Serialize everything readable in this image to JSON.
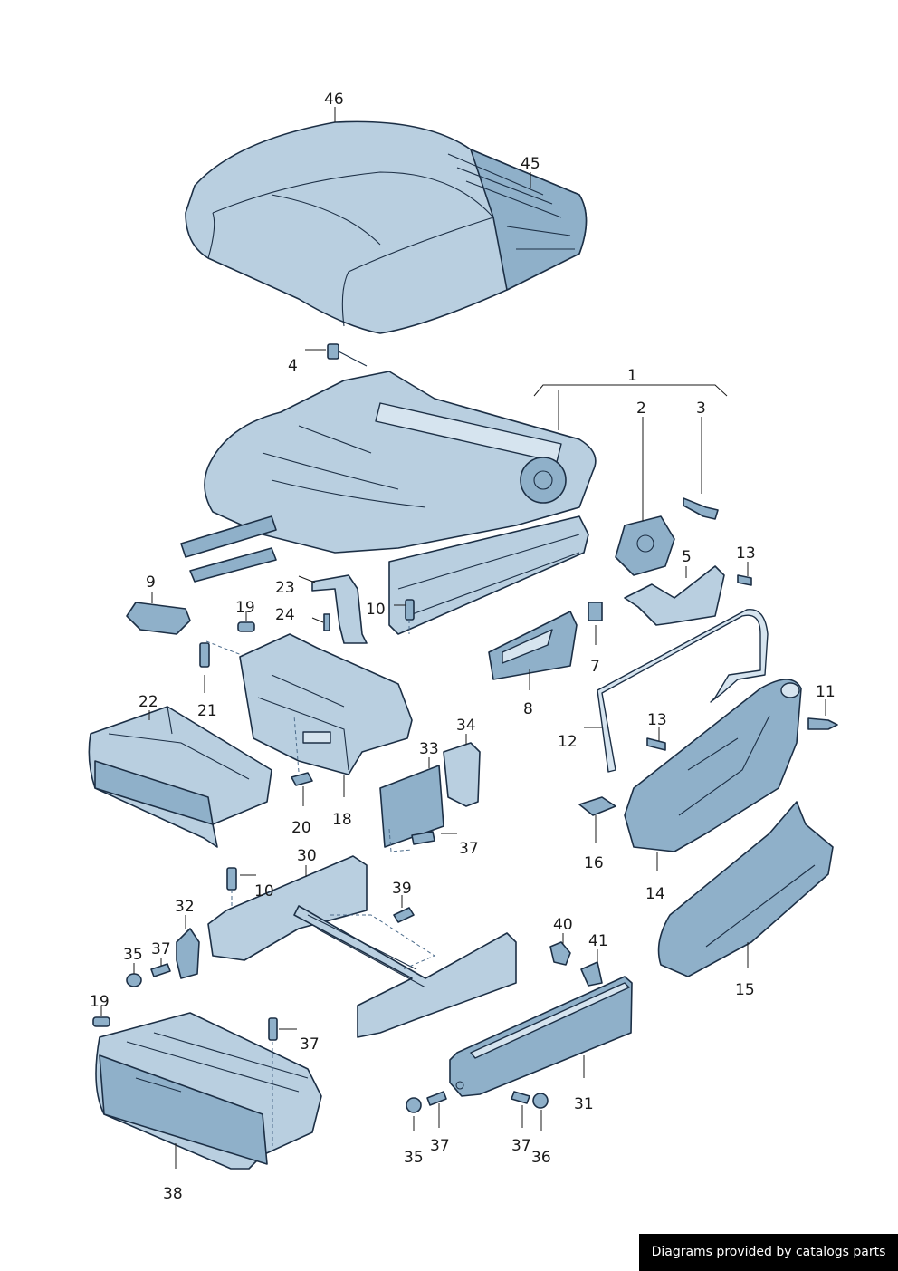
{
  "footer": {
    "credit": "Diagrams provided by catalogs parts"
  },
  "callouts": {
    "c1": "1",
    "c2": "2",
    "c3": "3",
    "c4": "4",
    "c5": "5",
    "c7": "7",
    "c8": "8",
    "c9": "9",
    "c10a": "10",
    "c10b": "10",
    "c11": "11",
    "c12": "12",
    "c13a": "13",
    "c13b": "13",
    "c14": "14",
    "c15": "15",
    "c16": "16",
    "c18": "18",
    "c19a": "19",
    "c19b": "19",
    "c20": "20",
    "c21": "21",
    "c22": "22",
    "c23": "23",
    "c24": "24",
    "c30": "30",
    "c31": "31",
    "c32": "32",
    "c33": "33",
    "c34": "34",
    "c35a": "35",
    "c35b": "35",
    "c36": "36",
    "c37a": "37",
    "c37b": "37",
    "c37c": "37",
    "c37d": "37",
    "c37e": "37",
    "c38": "38",
    "c39": "39",
    "c40": "40",
    "c41": "41",
    "c45": "45",
    "c46": "46"
  },
  "colors": {
    "part_fill": "#b9cfe0",
    "part_dark": "#8fb0c9",
    "outline": "#1c2f45",
    "footer_bg": "#000000"
  }
}
